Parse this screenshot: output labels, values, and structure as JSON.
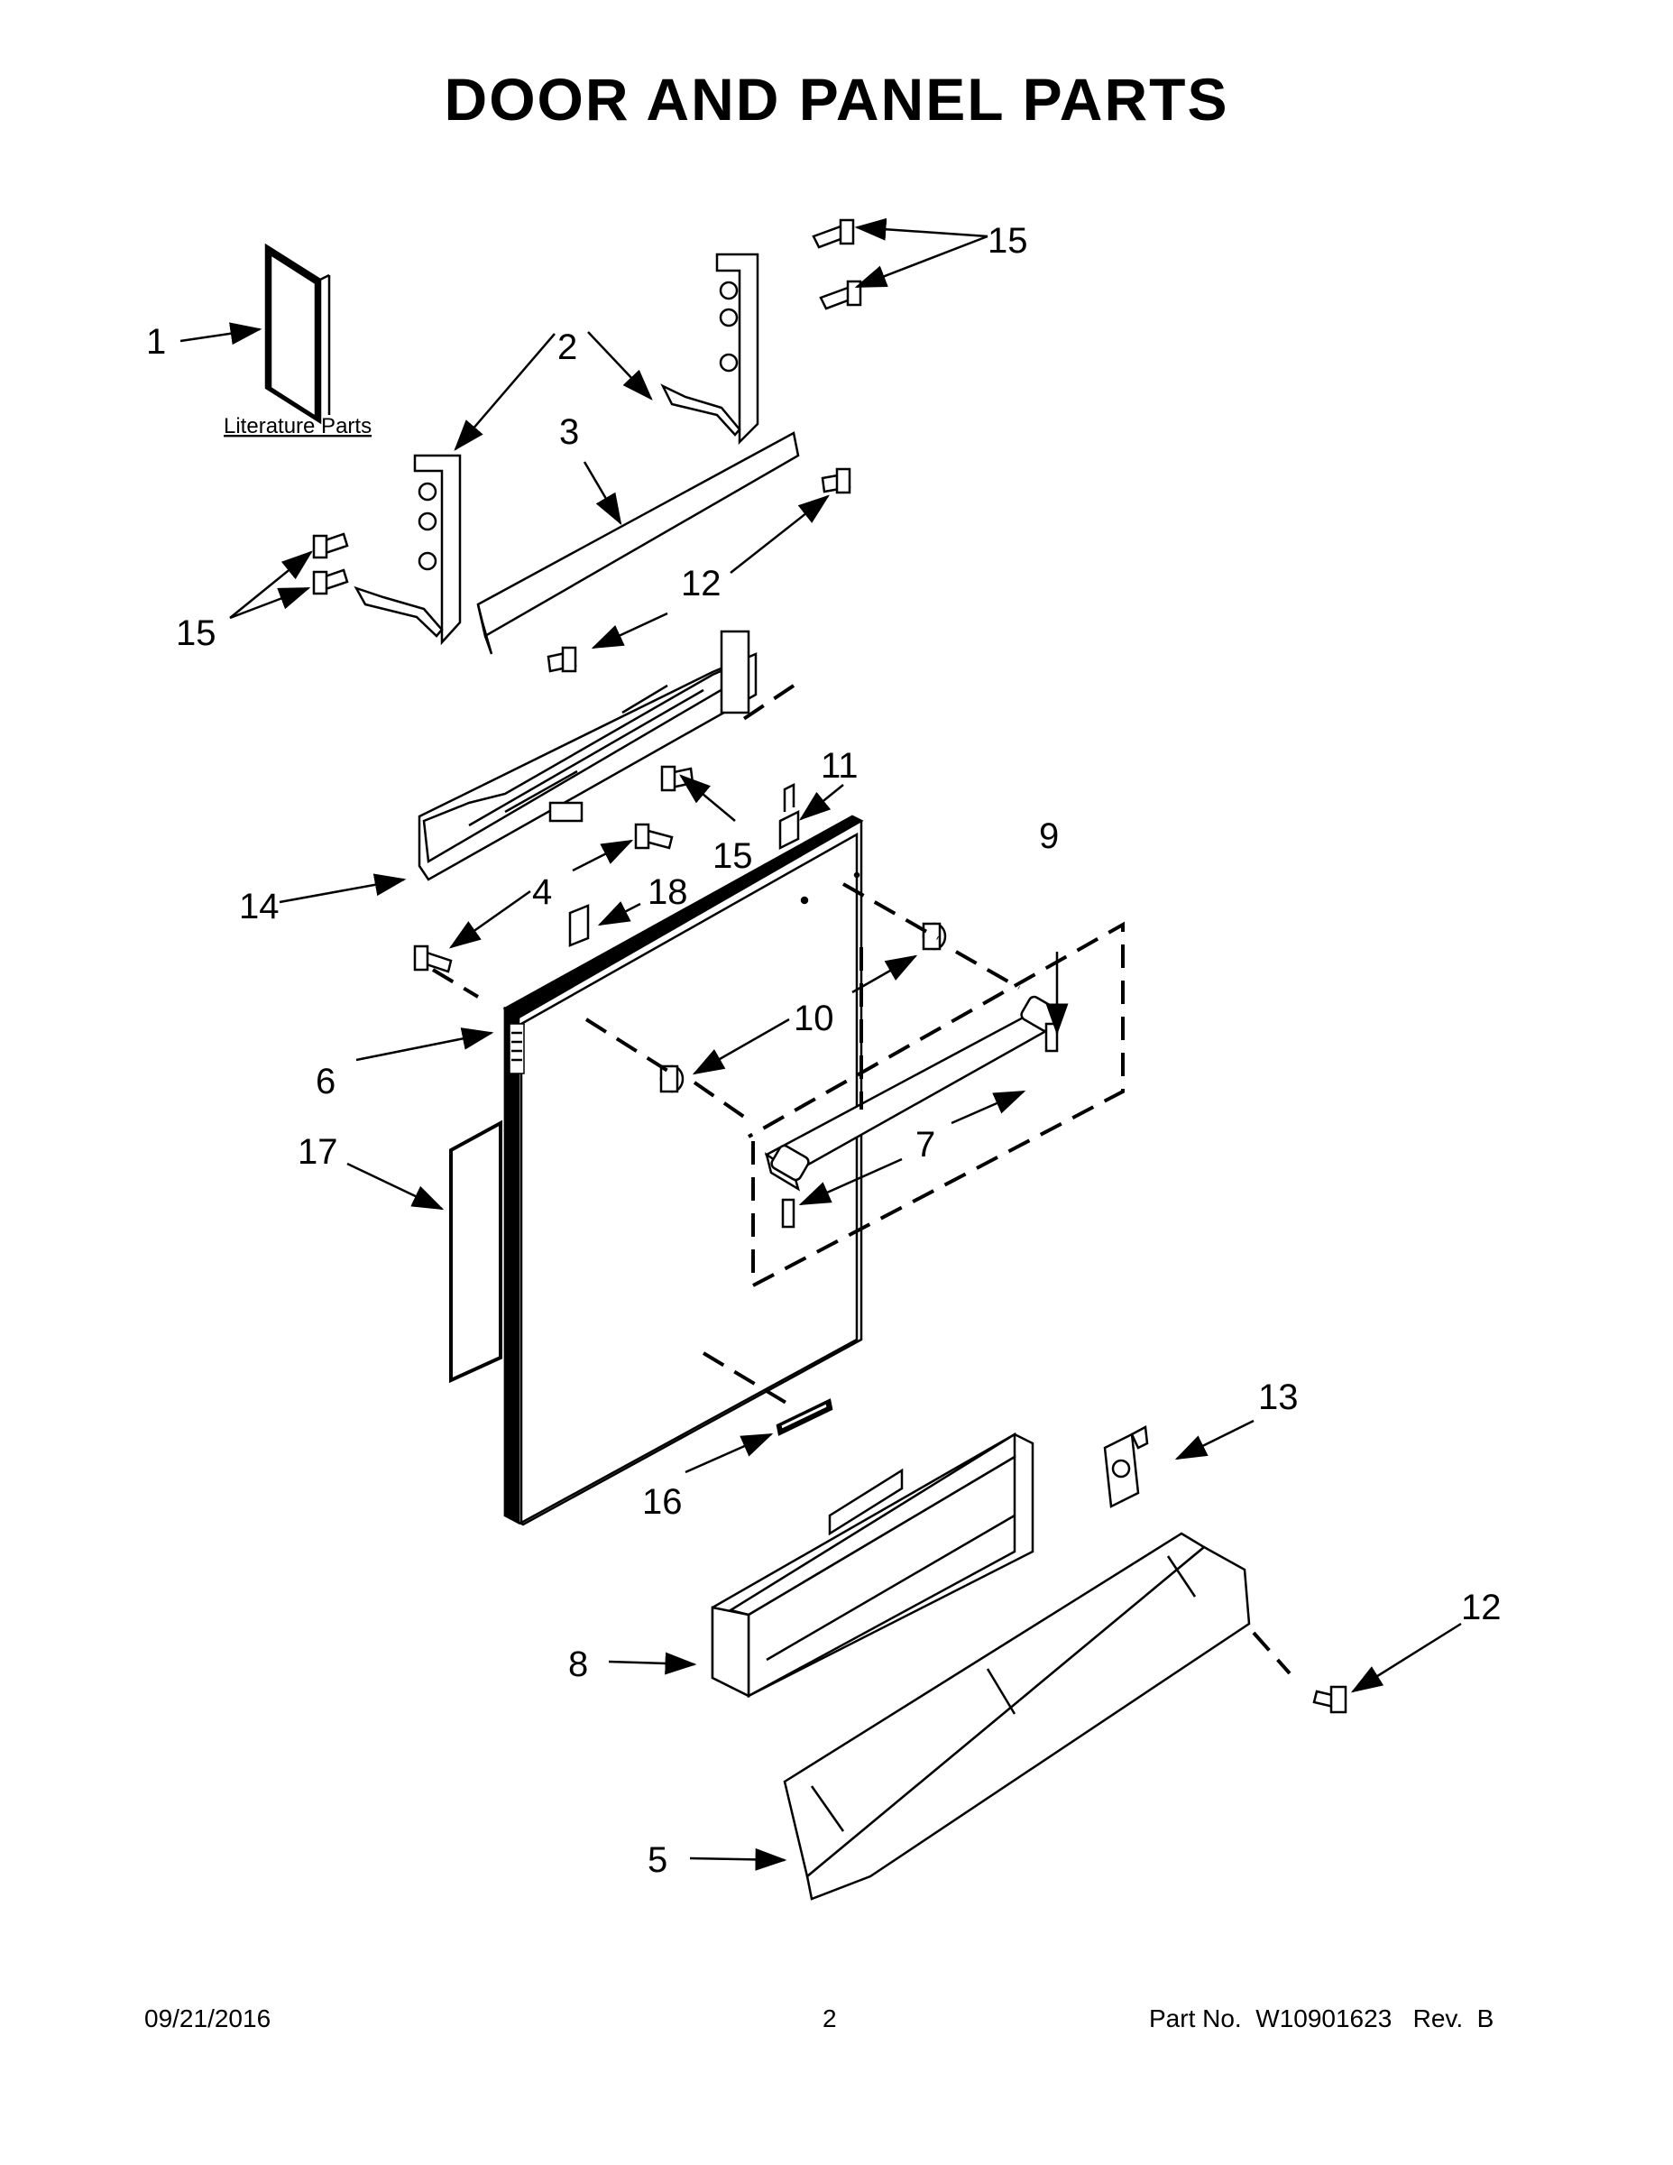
{
  "title": "DOOR AND PANEL PARTS",
  "literature_label": "Literature Parts",
  "callouts": {
    "c1": "1",
    "c2": "2",
    "c3": "3",
    "c4": "4",
    "c5": "5",
    "c6": "6",
    "c7": "7",
    "c8": "8",
    "c9": "9",
    "c10": "10",
    "c11": "11",
    "c12a": "12",
    "c12b": "12",
    "c13": "13",
    "c14": "14",
    "c15a": "15",
    "c15b": "15",
    "c15c": "15",
    "c16": "16",
    "c17": "17",
    "c18": "18"
  },
  "footer": {
    "date": "09/21/2016",
    "page": "2",
    "part": "Part No.  W10901623   Rev.  B"
  }
}
